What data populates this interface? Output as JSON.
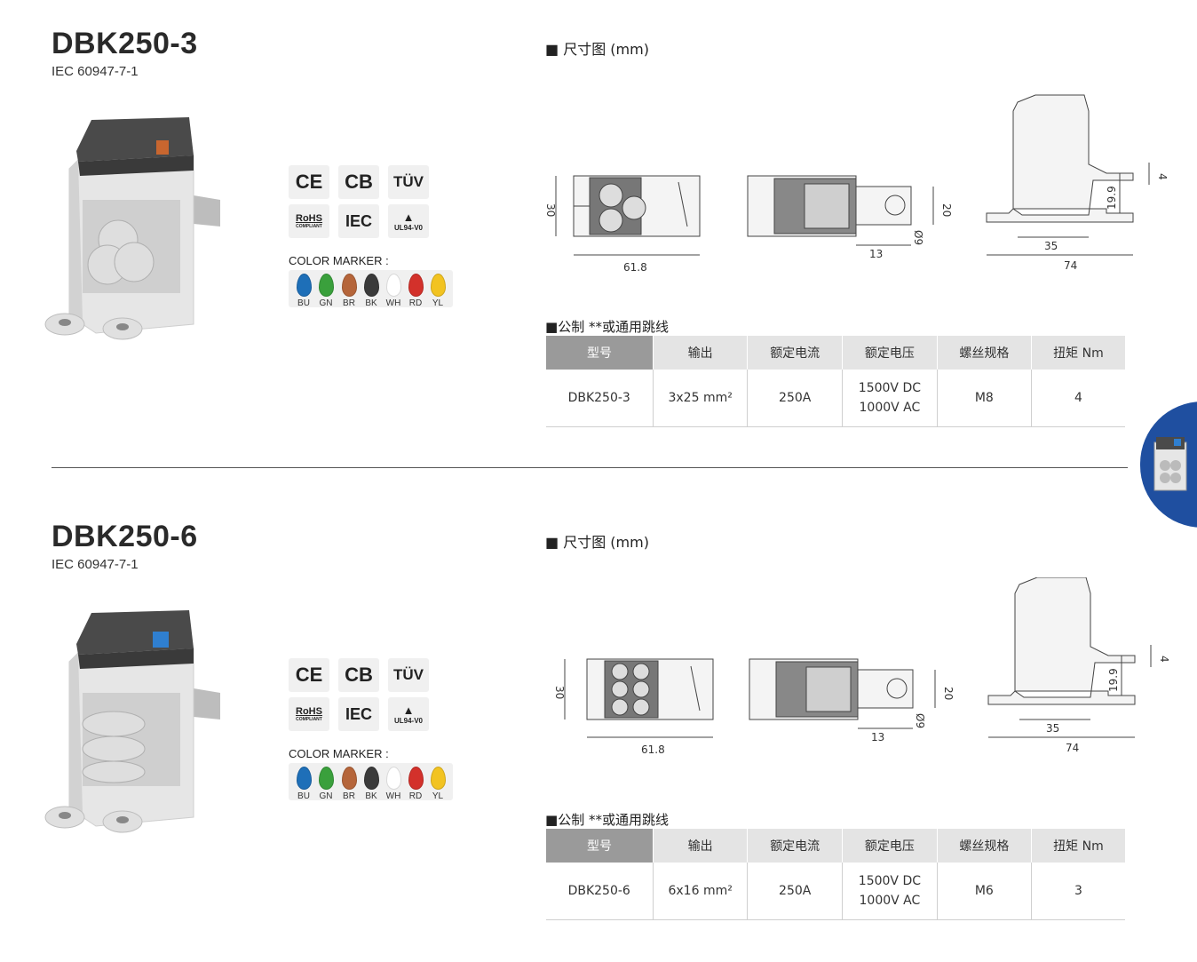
{
  "sections": [
    {
      "title": "DBK250-3",
      "standard": "IEC 60947-7-1",
      "cert_labels": {
        "ce": "CE",
        "cb": "CB",
        "tuv": "TÜV",
        "rohs": "RoHS",
        "rohs_sub": "COMPLIANT",
        "iec": "IEC",
        "ul": "UL94-V0"
      },
      "color_marker_label": "COLOR MARKER :",
      "colors": [
        {
          "code": "BU",
          "color": "#1e6fb8"
        },
        {
          "code": "GN",
          "color": "#3aa03c"
        },
        {
          "code": "BR",
          "color": "#b5653a"
        },
        {
          "code": "BK",
          "color": "#3a3a3a"
        },
        {
          "code": "WH",
          "color": "#ffffff"
        },
        {
          "code": "RD",
          "color": "#d3312b"
        },
        {
          "code": "YL",
          "color": "#f2c321"
        }
      ],
      "dimension_title": "尺寸图 (mm)",
      "dims": {
        "height": "30",
        "width": "61.8",
        "tab_w": "20",
        "hole": "Ø9",
        "tab_len": "13",
        "top": "4",
        "side_h": "19.9",
        "base": "35",
        "depth": "74"
      },
      "table_title": "公制  **或通用跳线",
      "headers": [
        "型号",
        "输出",
        "额定电流",
        "额定电压",
        "螺丝规格",
        "扭矩 Nm"
      ],
      "row": {
        "model": "DBK250-3",
        "output": "3x25 mm²",
        "current": "250A",
        "voltage_dc": "1500V DC",
        "voltage_ac": "1000V AC",
        "screw": "M8",
        "torque": "4"
      }
    },
    {
      "title": "DBK250-6",
      "standard": "IEC 60947-7-1",
      "cert_labels": {
        "ce": "CE",
        "cb": "CB",
        "tuv": "TÜV",
        "rohs": "RoHS",
        "rohs_sub": "COMPLIANT",
        "iec": "IEC",
        "ul": "UL94-V0"
      },
      "color_marker_label": "COLOR MARKER :",
      "colors": [
        {
          "code": "BU",
          "color": "#1e6fb8"
        },
        {
          "code": "GN",
          "color": "#3aa03c"
        },
        {
          "code": "BR",
          "color": "#b5653a"
        },
        {
          "code": "BK",
          "color": "#3a3a3a"
        },
        {
          "code": "WH",
          "color": "#ffffff"
        },
        {
          "code": "RD",
          "color": "#d3312b"
        },
        {
          "code": "YL",
          "color": "#f2c321"
        }
      ],
      "dimension_title": "尺寸图 (mm)",
      "dims": {
        "height": "30",
        "width": "61.8",
        "tab_w": "20",
        "hole": "Ø9",
        "tab_len": "13",
        "top": "4",
        "side_h": "19.9",
        "base": "35",
        "depth": "74"
      },
      "table_title": "公制  **或通用跳线",
      "headers": [
        "型号",
        "输出",
        "额定电流",
        "额定电压",
        "螺丝规格",
        "扭矩 Nm"
      ],
      "row": {
        "model": "DBK250-6",
        "output": "6x16 mm²",
        "current": "250A",
        "voltage_dc": "1500V DC",
        "voltage_ac": "1000V AC",
        "screw": "M6",
        "torque": "3"
      }
    }
  ]
}
